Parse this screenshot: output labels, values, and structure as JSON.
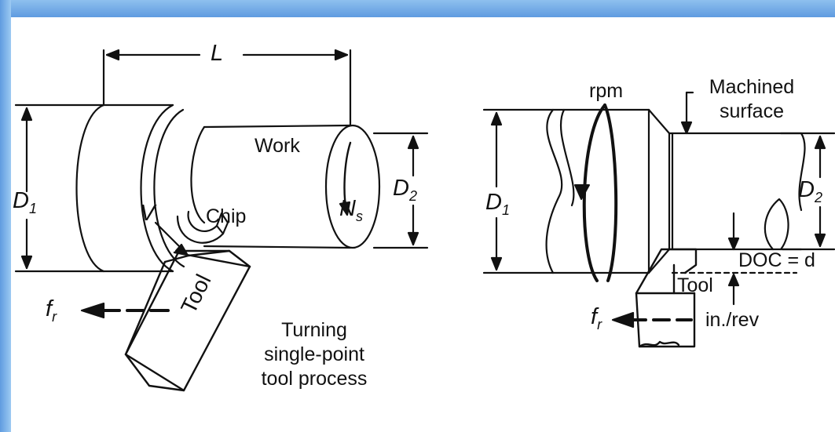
{
  "colors": {
    "frame": "#6aa6e6",
    "ink": "#111111",
    "background": "#ffffff"
  },
  "left_figure": {
    "length": "L",
    "d1": "D",
    "d1_sub": "1",
    "d2": "D",
    "d2_sub": "2",
    "velocity": "V",
    "chip": "Chip",
    "work": "Work",
    "spindle": "N",
    "spindle_sub": "s",
    "tool": "Tool",
    "feed": "f",
    "feed_sub": "r",
    "caption": [
      "Turning",
      "single-point",
      "tool process"
    ]
  },
  "right_figure": {
    "rpm": "rpm",
    "machined_surface": [
      "Machined",
      "surface"
    ],
    "d1": "D",
    "d1_sub": "1",
    "d2": "D",
    "d2_sub": "2",
    "doc": "DOC = d",
    "tool": "Tool",
    "feed": "f",
    "feed_sub": "r",
    "feed_units": "in./rev"
  }
}
